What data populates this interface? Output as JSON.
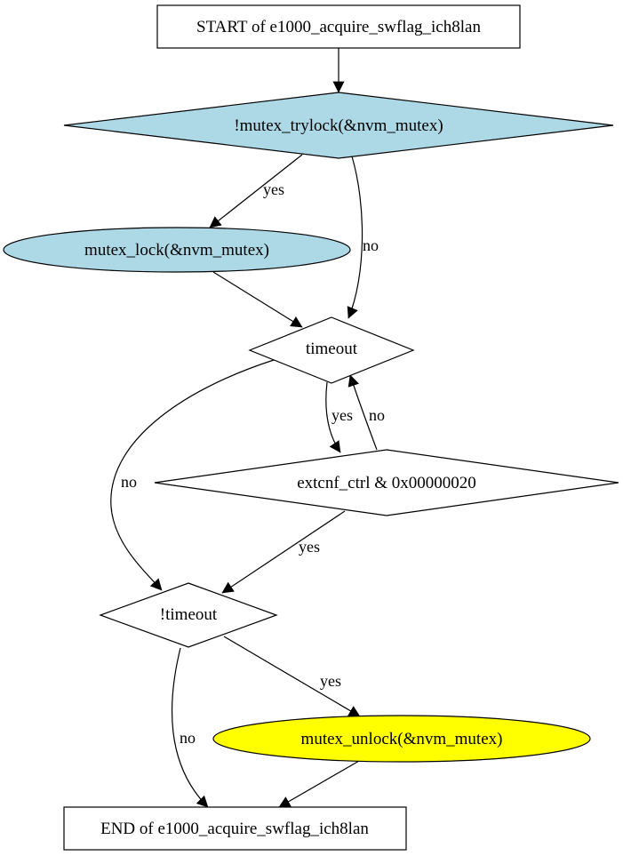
{
  "nodes": {
    "start": "START of e1000_acquire_swflag_ich8lan",
    "trylock": "!mutex_trylock(&nvm_mutex)",
    "lock": "mutex_lock(&nvm_mutex)",
    "timeout": "timeout",
    "extcnf": "extcnf_ctrl & 0x00000020",
    "not_timeout": "!timeout",
    "unlock": "mutex_unlock(&nvm_mutex)",
    "end": "END of e1000_acquire_swflag_ich8lan"
  },
  "edge_labels": {
    "trylock_yes": "yes",
    "trylock_no": "no",
    "timeout_yes": "yes",
    "extcnf_no": "no",
    "timeout_no": "no",
    "extcnf_yes": "yes",
    "not_timeout_yes": "yes",
    "not_timeout_no": "no"
  },
  "colors": {
    "decision_highlight": "#add8e6",
    "call_node": "#add8e6",
    "unlock_node": "#ffff00",
    "default_fill": "#ffffff"
  }
}
